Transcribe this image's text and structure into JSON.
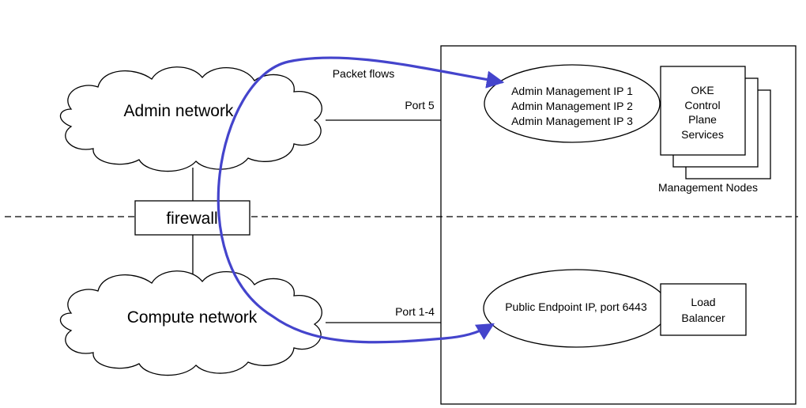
{
  "networks": {
    "admin": "Admin network",
    "compute": "Compute network",
    "firewall": "firewall"
  },
  "ports": {
    "admin_port": "Port 5",
    "compute_port": "Port 1-4"
  },
  "flow": {
    "label": "Packet flows",
    "color": "#4444cc"
  },
  "admin_ips": [
    "Admin Management IP 1",
    "Admin Management IP 2",
    "Admin Management IP 3"
  ],
  "oke_services": [
    "OKE",
    "Control",
    "Plane",
    "Services"
  ],
  "management_nodes_label": "Management Nodes",
  "public_endpoint": "Public Endpoint IP, port 6443",
  "load_balancer": [
    "Load",
    "Balancer"
  ]
}
